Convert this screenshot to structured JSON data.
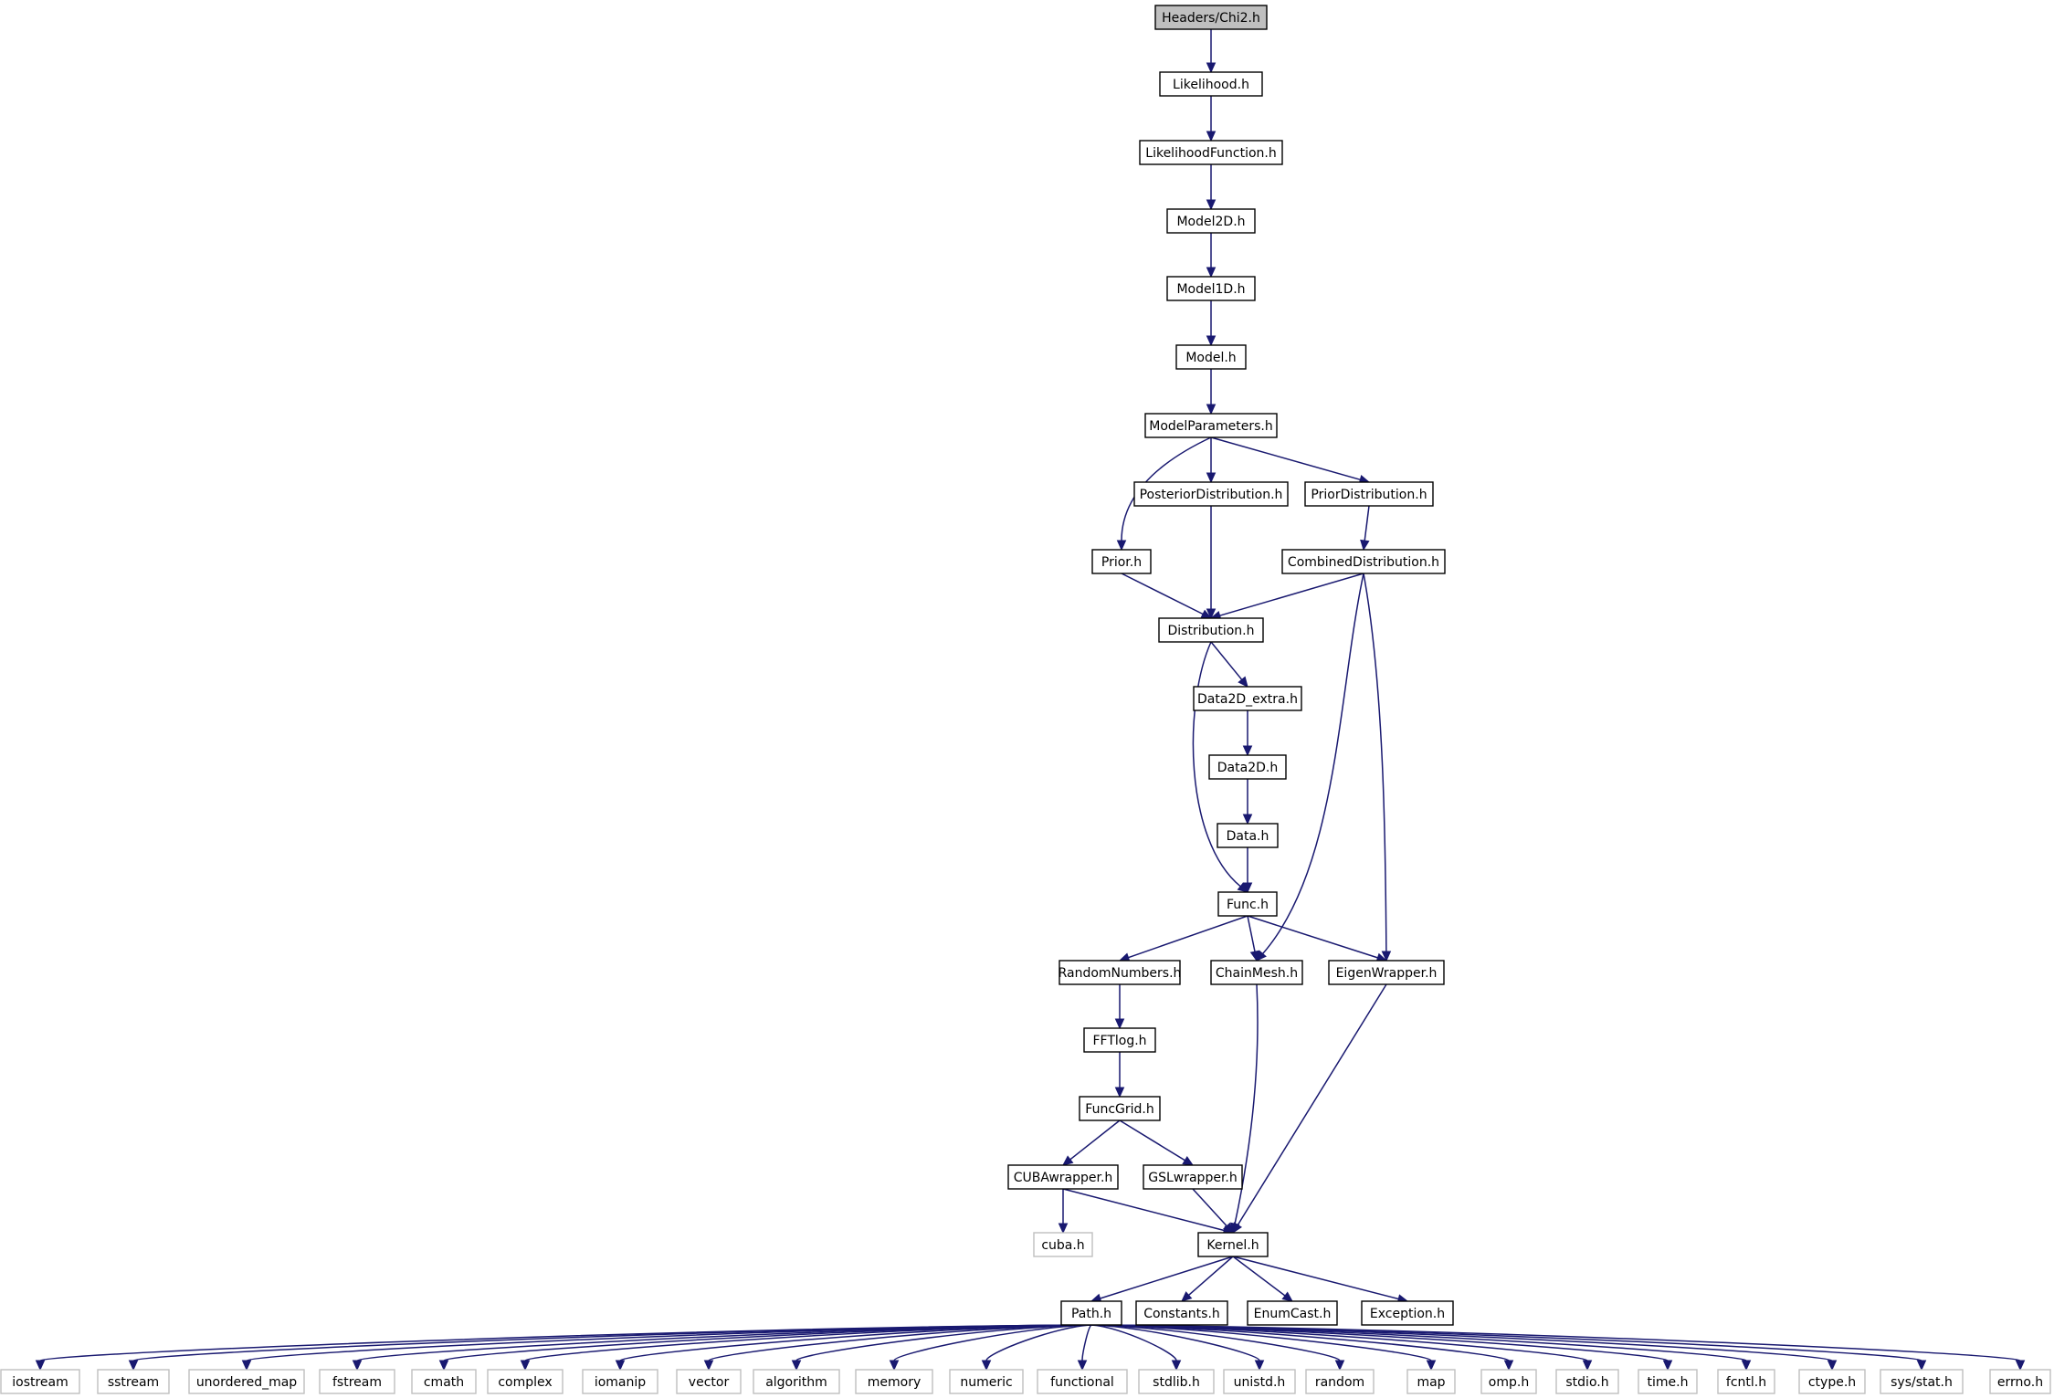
{
  "colors": {
    "edge": "#191970",
    "root_fill": "#bfbfbf",
    "node_border": "#000000",
    "system_border": "#bfbfbf"
  },
  "nodes": [
    {
      "id": "n_root",
      "label": "Headers/Chi2.h",
      "kind": "root"
    },
    {
      "id": "n_likelihood",
      "label": "Likelihood.h",
      "kind": "file"
    },
    {
      "id": "n_likfunc",
      "label": "LikelihoodFunction.h",
      "kind": "file"
    },
    {
      "id": "n_model2d",
      "label": "Model2D.h",
      "kind": "file"
    },
    {
      "id": "n_model1d",
      "label": "Model1D.h",
      "kind": "file"
    },
    {
      "id": "n_model",
      "label": "Model.h",
      "kind": "file"
    },
    {
      "id": "n_modelparams",
      "label": "ModelParameters.h",
      "kind": "file"
    },
    {
      "id": "n_posterior",
      "label": "PosteriorDistribution.h",
      "kind": "file"
    },
    {
      "id": "n_priordist",
      "label": "PriorDistribution.h",
      "kind": "file"
    },
    {
      "id": "n_prior",
      "label": "Prior.h",
      "kind": "file"
    },
    {
      "id": "n_combined",
      "label": "CombinedDistribution.h",
      "kind": "file"
    },
    {
      "id": "n_distribution",
      "label": "Distribution.h",
      "kind": "file"
    },
    {
      "id": "n_data2dextra",
      "label": "Data2D_extra.h",
      "kind": "file"
    },
    {
      "id": "n_data2d",
      "label": "Data2D.h",
      "kind": "file"
    },
    {
      "id": "n_data",
      "label": "Data.h",
      "kind": "file"
    },
    {
      "id": "n_func",
      "label": "Func.h",
      "kind": "file"
    },
    {
      "id": "n_random",
      "label": "RandomNumbers.h",
      "kind": "file"
    },
    {
      "id": "n_chainmesh",
      "label": "ChainMesh.h",
      "kind": "file"
    },
    {
      "id": "n_eigen",
      "label": "EigenWrapper.h",
      "kind": "file"
    },
    {
      "id": "n_fftlog",
      "label": "FFTlog.h",
      "kind": "file"
    },
    {
      "id": "n_funcgrid",
      "label": "FuncGrid.h",
      "kind": "file"
    },
    {
      "id": "n_cuba",
      "label": "CUBAwrapper.h",
      "kind": "file"
    },
    {
      "id": "n_gsl",
      "label": "GSLwrapper.h",
      "kind": "file"
    },
    {
      "id": "n_cubah",
      "label": "cuba.h",
      "kind": "system"
    },
    {
      "id": "n_kernel",
      "label": "Kernel.h",
      "kind": "file"
    },
    {
      "id": "n_path",
      "label": "Path.h",
      "kind": "file"
    },
    {
      "id": "n_constants",
      "label": "Constants.h",
      "kind": "file"
    },
    {
      "id": "n_enumcast",
      "label": "EnumCast.h",
      "kind": "file"
    },
    {
      "id": "n_exception",
      "label": "Exception.h",
      "kind": "file"
    },
    {
      "id": "s_iostream",
      "label": "iostream",
      "kind": "system"
    },
    {
      "id": "s_sstream",
      "label": "sstream",
      "kind": "system"
    },
    {
      "id": "s_umap",
      "label": "unordered_map",
      "kind": "system"
    },
    {
      "id": "s_fstream",
      "label": "fstream",
      "kind": "system"
    },
    {
      "id": "s_cmath",
      "label": "cmath",
      "kind": "system"
    },
    {
      "id": "s_complex",
      "label": "complex",
      "kind": "system"
    },
    {
      "id": "s_iomanip",
      "label": "iomanip",
      "kind": "system"
    },
    {
      "id": "s_vector",
      "label": "vector",
      "kind": "system"
    },
    {
      "id": "s_algorithm",
      "label": "algorithm",
      "kind": "system"
    },
    {
      "id": "s_memory",
      "label": "memory",
      "kind": "system"
    },
    {
      "id": "s_numeric",
      "label": "numeric",
      "kind": "system"
    },
    {
      "id": "s_functional",
      "label": "functional",
      "kind": "system"
    },
    {
      "id": "s_stdlib",
      "label": "stdlib.h",
      "kind": "system"
    },
    {
      "id": "s_unistd",
      "label": "unistd.h",
      "kind": "system"
    },
    {
      "id": "s_random",
      "label": "random",
      "kind": "system"
    },
    {
      "id": "s_map",
      "label": "map",
      "kind": "system"
    },
    {
      "id": "s_omp",
      "label": "omp.h",
      "kind": "system"
    },
    {
      "id": "s_stdio",
      "label": "stdio.h",
      "kind": "system"
    },
    {
      "id": "s_time",
      "label": "time.h",
      "kind": "system"
    },
    {
      "id": "s_fcntl",
      "label": "fcntl.h",
      "kind": "system"
    },
    {
      "id": "s_ctype",
      "label": "ctype.h",
      "kind": "system"
    },
    {
      "id": "s_sysstat",
      "label": "sys/stat.h",
      "kind": "system"
    },
    {
      "id": "s_errno",
      "label": "errno.h",
      "kind": "system"
    }
  ]
}
